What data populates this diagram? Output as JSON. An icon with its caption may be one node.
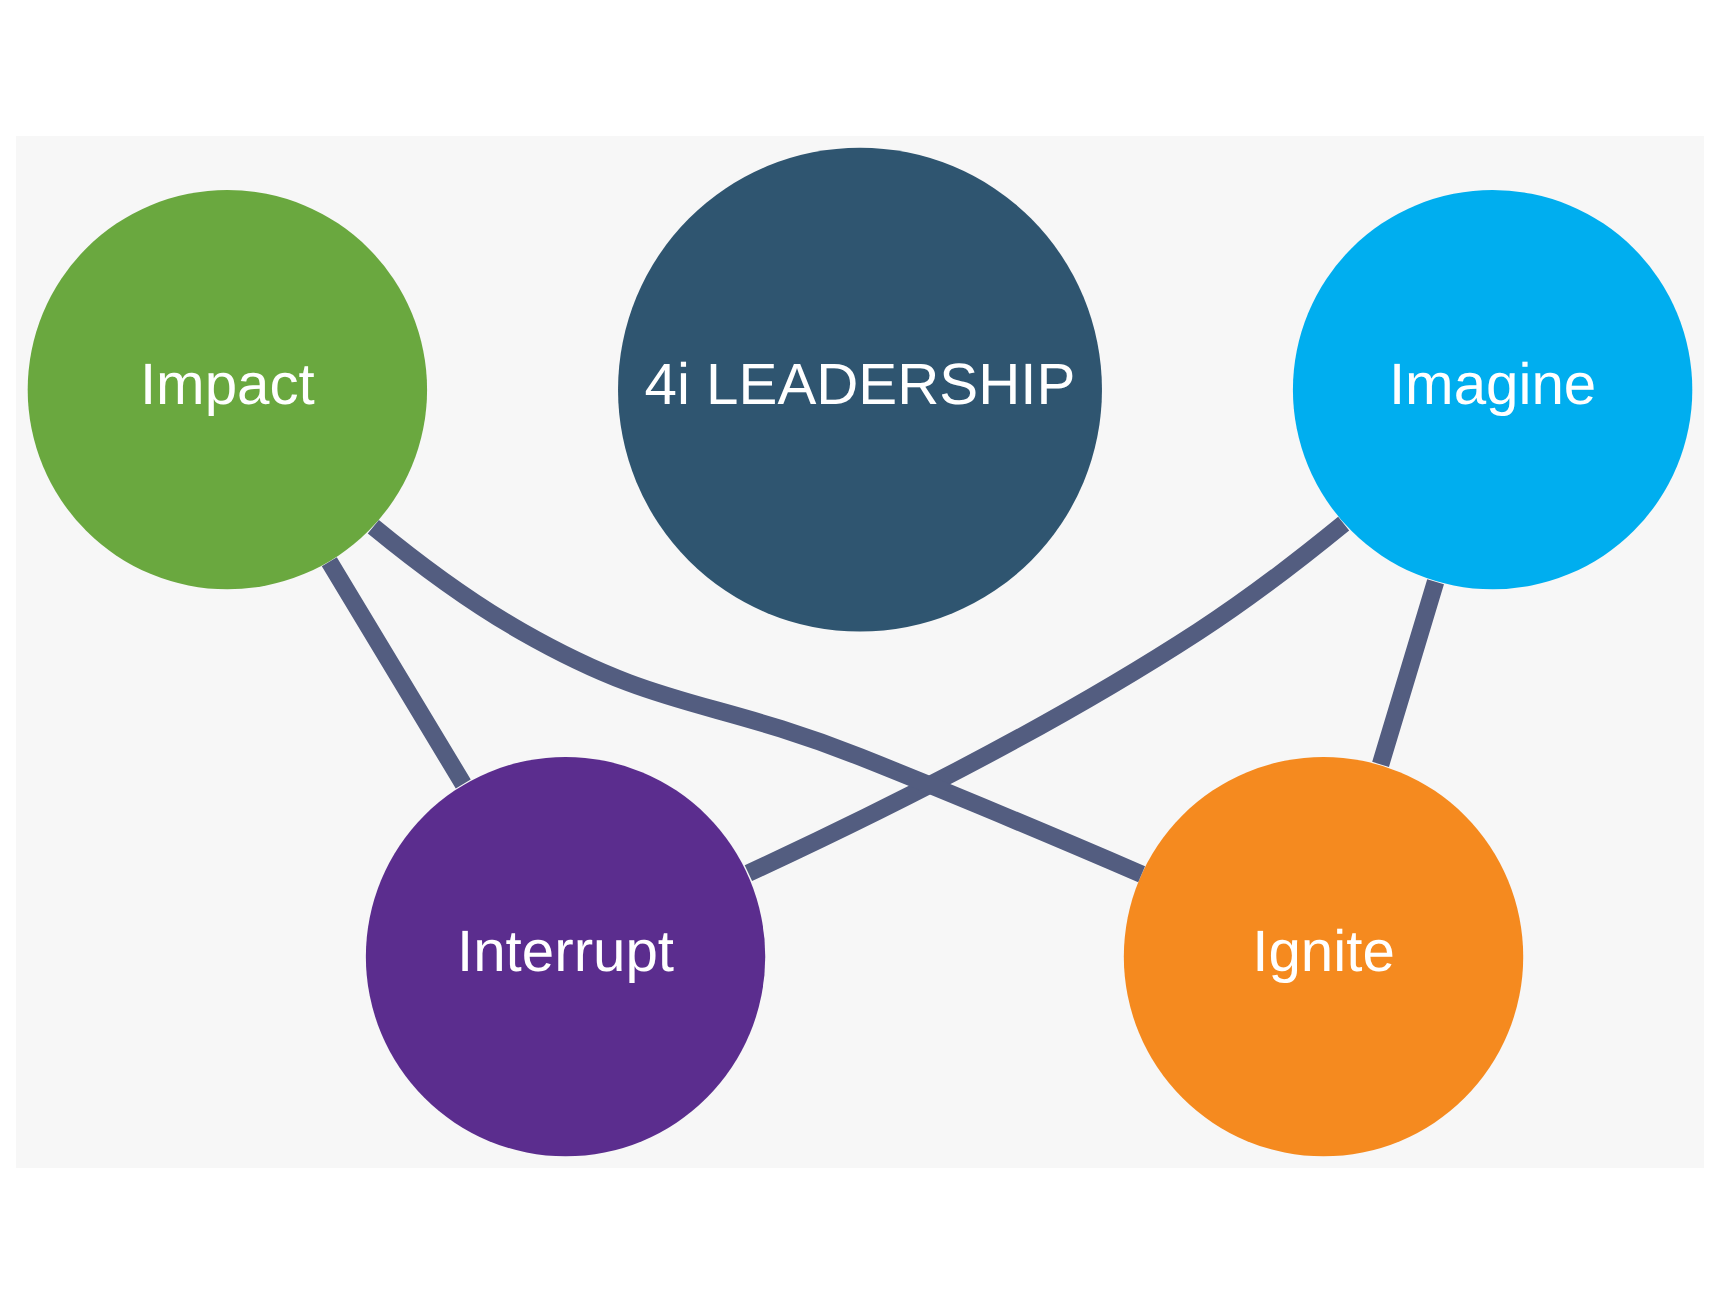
{
  "diagram": {
    "nodes": [
      {
        "text": [
          "4i LEADERSHIP"
        ]
      },
      {
        "text": [
          "Interrupt"
        ]
      },
      {
        "text": [
          "Imagine"
        ]
      },
      {
        "text": [
          "Ignite"
        ]
      },
      {
        "text": [
          "Impact"
        ]
      }
    ],
    "edges": [
      {
        "from": 1,
        "to": 2,
        "arrow": "none"
      },
      {
        "from": 2,
        "to": 3,
        "arrow": "none"
      },
      {
        "from": 3,
        "to": 4,
        "arrow": "none"
      },
      {
        "from": 4,
        "to": 1,
        "arrow": "none"
      }
    ]
  }
}
